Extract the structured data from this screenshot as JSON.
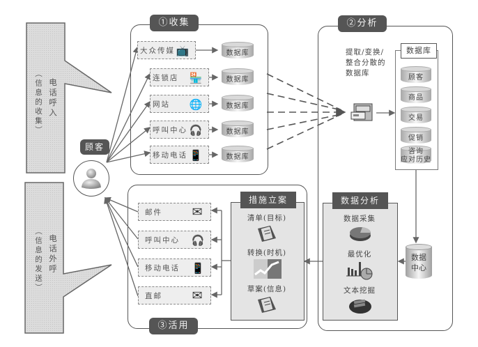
{
  "customer": {
    "label": "顾客",
    "icon": "person-icon"
  },
  "callouts": {
    "inbound": {
      "title": "电话呼入",
      "subtitle": "（信息的收集）"
    },
    "outbound": {
      "title": "电话外呼",
      "subtitle": "（信息的发送）"
    }
  },
  "collect": {
    "tag": "①收集",
    "sources": [
      {
        "label": "大众传媒",
        "icon": "tv-icon",
        "db": "数据库"
      },
      {
        "label": "连锁店",
        "icon": "store-icon",
        "db": "数据库"
      },
      {
        "label": "网站",
        "icon": "globe-icon",
        "db": "数据库"
      },
      {
        "label": "呼叫中心",
        "icon": "headset-operator-icon",
        "db": "数据库"
      },
      {
        "label": "移动电话",
        "icon": "mobile-phone-icon",
        "db": "数据库"
      }
    ]
  },
  "analyze": {
    "tag": "②分析",
    "extract_text": [
      "提取/变换/",
      "整合分散的",
      "数据库"
    ],
    "cabinet_icon": "file-cabinet-icon",
    "database": {
      "title": "数据库",
      "items": [
        "顾客",
        "商品",
        "交易",
        "促销",
        "咨询\n应对历史"
      ]
    },
    "data_center": [
      "数据",
      "中心"
    ],
    "analysis": {
      "title": "数据分析",
      "items": [
        {
          "label": "数据采集",
          "icon": "pie-chart-icon"
        },
        {
          "label": "最优化",
          "icon": "bar-pie-chart-icon"
        },
        {
          "label": "文本挖掘",
          "icon": "documents-stack-icon"
        }
      ]
    }
  },
  "utilize": {
    "tag": "③活用",
    "plan": {
      "title": "措施立案",
      "items": [
        {
          "label": "清单(目标)",
          "icon": "clipboard-icon"
        },
        {
          "label": "转换(时机)",
          "icon": "trend-chart-icon"
        },
        {
          "label": "草案(信息)",
          "icon": "clipboard-icon"
        }
      ]
    },
    "channels": [
      {
        "label": "邮件",
        "icon": "envelope-icon"
      },
      {
        "label": "呼叫中心",
        "icon": "headset-operator-icon"
      },
      {
        "label": "移动电话",
        "icon": "mobile-phone-icon"
      },
      {
        "label": "直邮",
        "icon": "envelope-icon"
      }
    ]
  }
}
